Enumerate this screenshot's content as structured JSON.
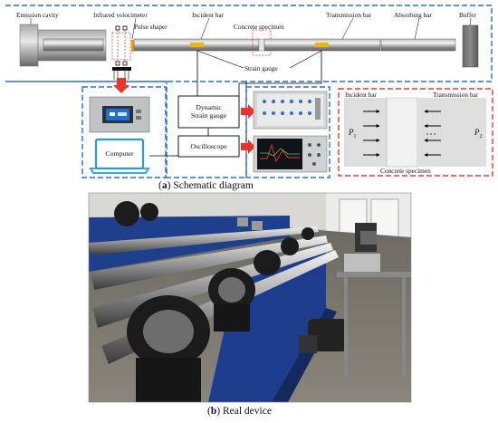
{
  "labels": {
    "emission_cavity": "Emission cavity",
    "infrared_velocimeter": "Infrared velocimeter",
    "pulse_shaper": "Pulse shaper",
    "incident_bar": "Incident bar",
    "concrete_specimen": "Concrete specimen",
    "transmission_bar": "Transmission bar",
    "absorbing_bar": "Absorbing bar",
    "buffer": "Buffer",
    "strain_gauge": "Strain gauge",
    "dynamic_strain_gauge": "Dynamic\nStrain gauge",
    "computer": "Computer",
    "oscilloscope": "Oscilloscope"
  },
  "detail": {
    "incident_bar": "Incident bar",
    "transmission_bar": "Transmission bar",
    "p1": "P",
    "p1_sub": "1",
    "p2": "P",
    "p2_sub": "2",
    "specimen": "Concrete specimen"
  },
  "captions": {
    "a_letter": "a",
    "a_text": "Schematic diagram",
    "b_letter": "b",
    "b_text": "Real device"
  },
  "colors": {
    "dash_blue": "#2f6fc4",
    "dash_red": "#e23a3a",
    "arrow_red": "#e8342c",
    "strain_gauge": "#f1b400",
    "laptop_blue": "#2a9bd6"
  }
}
